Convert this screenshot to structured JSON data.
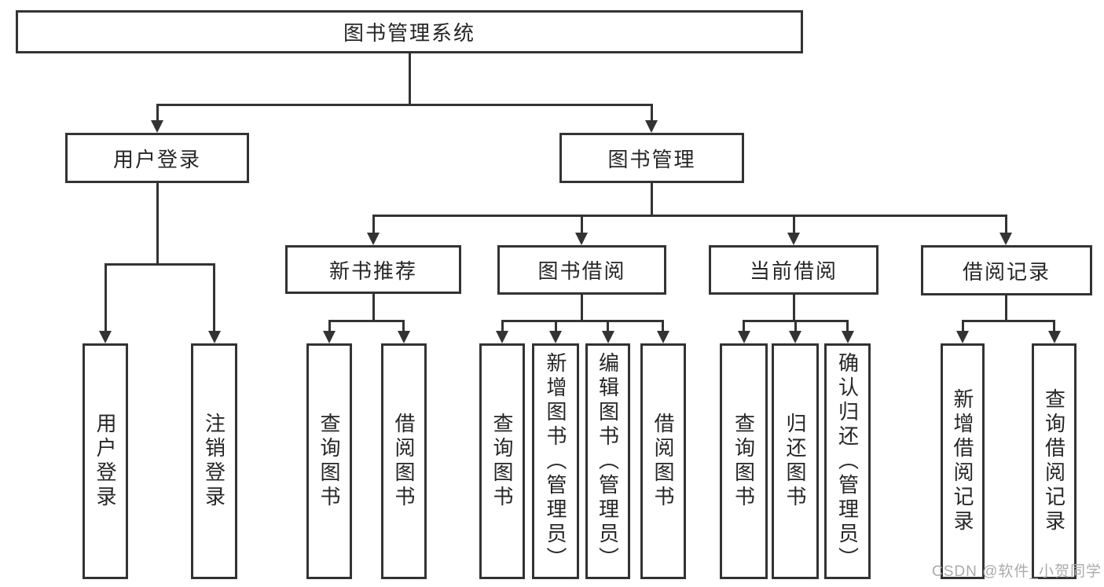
{
  "diagram": {
    "title": {
      "label": "图书管理系统"
    },
    "branches": [
      {
        "label": "用户登录",
        "children": [
          {
            "label": "用户登录"
          },
          {
            "label": "注销登录"
          }
        ]
      },
      {
        "label": "图书管理",
        "children": [
          {
            "label": "新书推荐",
            "children": [
              {
                "label": "查询图书"
              },
              {
                "label": "借阅图书"
              }
            ]
          },
          {
            "label": "图书借阅",
            "children": [
              {
                "label": "查询图书"
              },
              {
                "label": "新增图书（管理员）"
              },
              {
                "label": "编辑图书（管理员）"
              },
              {
                "label": "借阅图书"
              }
            ]
          },
          {
            "label": "当前借阅",
            "children": [
              {
                "label": "查询图书"
              },
              {
                "label": "归还图书"
              },
              {
                "label": "确认归还（管理员）"
              }
            ]
          },
          {
            "label": "借阅记录",
            "children": [
              {
                "label": "新增借阅记录"
              },
              {
                "label": "查询借阅记录"
              }
            ]
          }
        ]
      }
    ]
  },
  "watermark": {
    "text": "CSDN @软件_小贺同学"
  },
  "colors": {
    "line": "#333333",
    "text": "#262626",
    "watermark": "#ababab",
    "background": "#ffffff"
  }
}
